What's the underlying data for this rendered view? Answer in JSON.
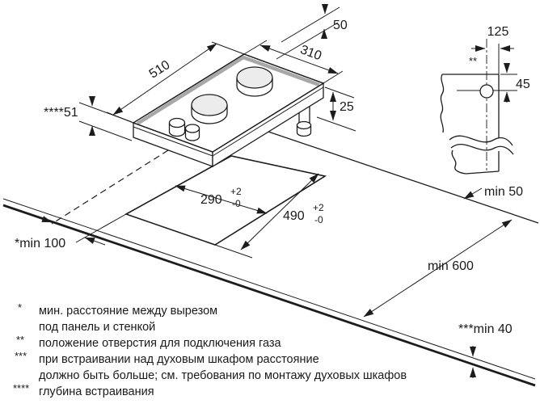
{
  "labels": {
    "hob_length": "510",
    "hob_width": "310",
    "back_offset": "50",
    "below_height": "25",
    "built_in_depth": "****51",
    "cutout_width": "290",
    "cutout_length": "490",
    "tol_plus": "+2",
    "tol_minus": "-0",
    "clearance_back": "min 50",
    "worktop_depth": "min 600",
    "clearance_side": "*min 100",
    "worktop_thickness": "***min 40",
    "hole_offset": "125",
    "hole_height": "45",
    "gas_hole_marker": "**"
  },
  "footnotes": [
    {
      "marker": "*",
      "lines": [
        "мин. расстояние между вырезом",
        "под панель и стенкой"
      ]
    },
    {
      "marker": "**",
      "lines": [
        "положение отверстия для подключения газа"
      ]
    },
    {
      "marker": "***",
      "lines": [
        "при встраивании над духовым шкафом расстояние",
        "должно быть больше; см. требования по монтажу духовых шкафов"
      ]
    },
    {
      "marker": "****",
      "lines": [
        "глубина встраивания"
      ]
    }
  ],
  "colors": {
    "line": "#1c1c1c",
    "glass_edge": "#a8a8a8",
    "burner_fill": "#ececec",
    "background": "#ffffff"
  }
}
